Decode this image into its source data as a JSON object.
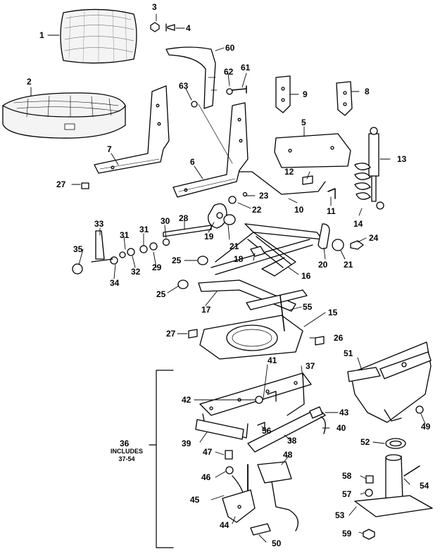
{
  "diagram": {
    "callouts": {
      "p1": "1",
      "p2": "2",
      "p3": "3",
      "p4": "4",
      "p5": "5",
      "p6": "6",
      "p7": "7",
      "p8": "8",
      "p9": "9",
      "p10": "10",
      "p11": "11",
      "p12": "12",
      "p13": "13",
      "p14": "14",
      "p15": "15",
      "p16": "16",
      "p17": "17",
      "p18": "18",
      "p19": "19",
      "p20": "20",
      "p21a": "21",
      "p21b": "21",
      "p22": "22",
      "p23": "23",
      "p24": "24",
      "p25a": "25",
      "p25b": "25",
      "p26": "26",
      "p27a": "27",
      "p27b": "27",
      "p28": "28",
      "p29": "29",
      "p30": "30",
      "p31a": "31",
      "p31b": "31",
      "p32": "32",
      "p33": "33",
      "p34": "34",
      "p35": "35",
      "p36": "36",
      "p37": "37",
      "p38": "38",
      "p39": "39",
      "p40": "40",
      "p41": "41",
      "p42": "42",
      "p43": "43",
      "p44": "44",
      "p45": "45",
      "p46": "46",
      "p47": "47",
      "p48": "48",
      "p49": "49",
      "p50": "50",
      "p51": "51",
      "p52": "52",
      "p53": "53",
      "p54": "54",
      "p55": "55",
      "p56": "56",
      "p57": "57",
      "p58": "58",
      "p59": "59",
      "p60": "60",
      "p61": "61",
      "p62": "62",
      "p63": "63"
    },
    "includes_label": "INCLUDES",
    "includes_range": "37-54"
  }
}
